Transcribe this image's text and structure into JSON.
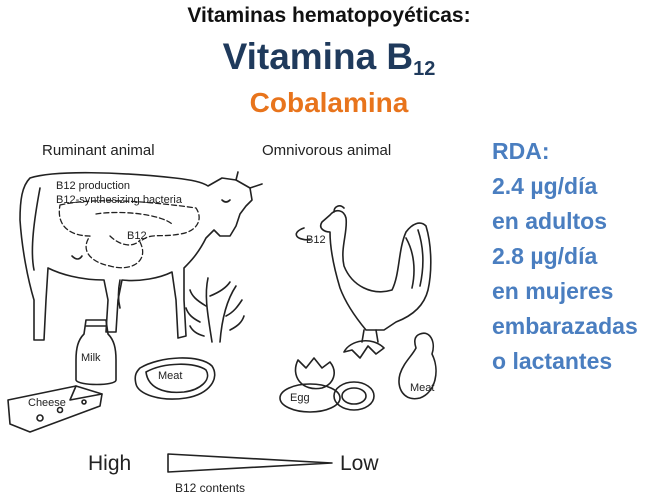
{
  "header": {
    "overline": "Vitaminas hematopoyéticas:",
    "title": "Vitamina B",
    "title_subscript": "12",
    "subtitle": "Cobalamina"
  },
  "figure": {
    "ruminant_caption": "Ruminant animal",
    "omnivorous_caption": "Omnivorous animal",
    "b12_production_label": "B12 production",
    "b12_bacteria_label": "B12-synthesizing bacteria",
    "b12_label_cow": "B12",
    "b12_label_hen": "B12",
    "milk_label": "Milk",
    "meat_label_left": "Meat",
    "cheese_label": "Cheese",
    "egg_label": "Egg",
    "meat_label_right": "Meat",
    "scale_high": "High",
    "scale_low": "Low",
    "scale_caption": "B12 contents"
  },
  "rda": {
    "lines": [
      "RDA:",
      "2.4 µg/día",
      "en adultos",
      "2.8 µg/día",
      "en mujeres",
      "embarazadas",
      "o lactantes"
    ]
  },
  "colors": {
    "title_main": "#1f3a5c",
    "subtitle": "#e8741c",
    "rda": "#4a7ec0"
  }
}
